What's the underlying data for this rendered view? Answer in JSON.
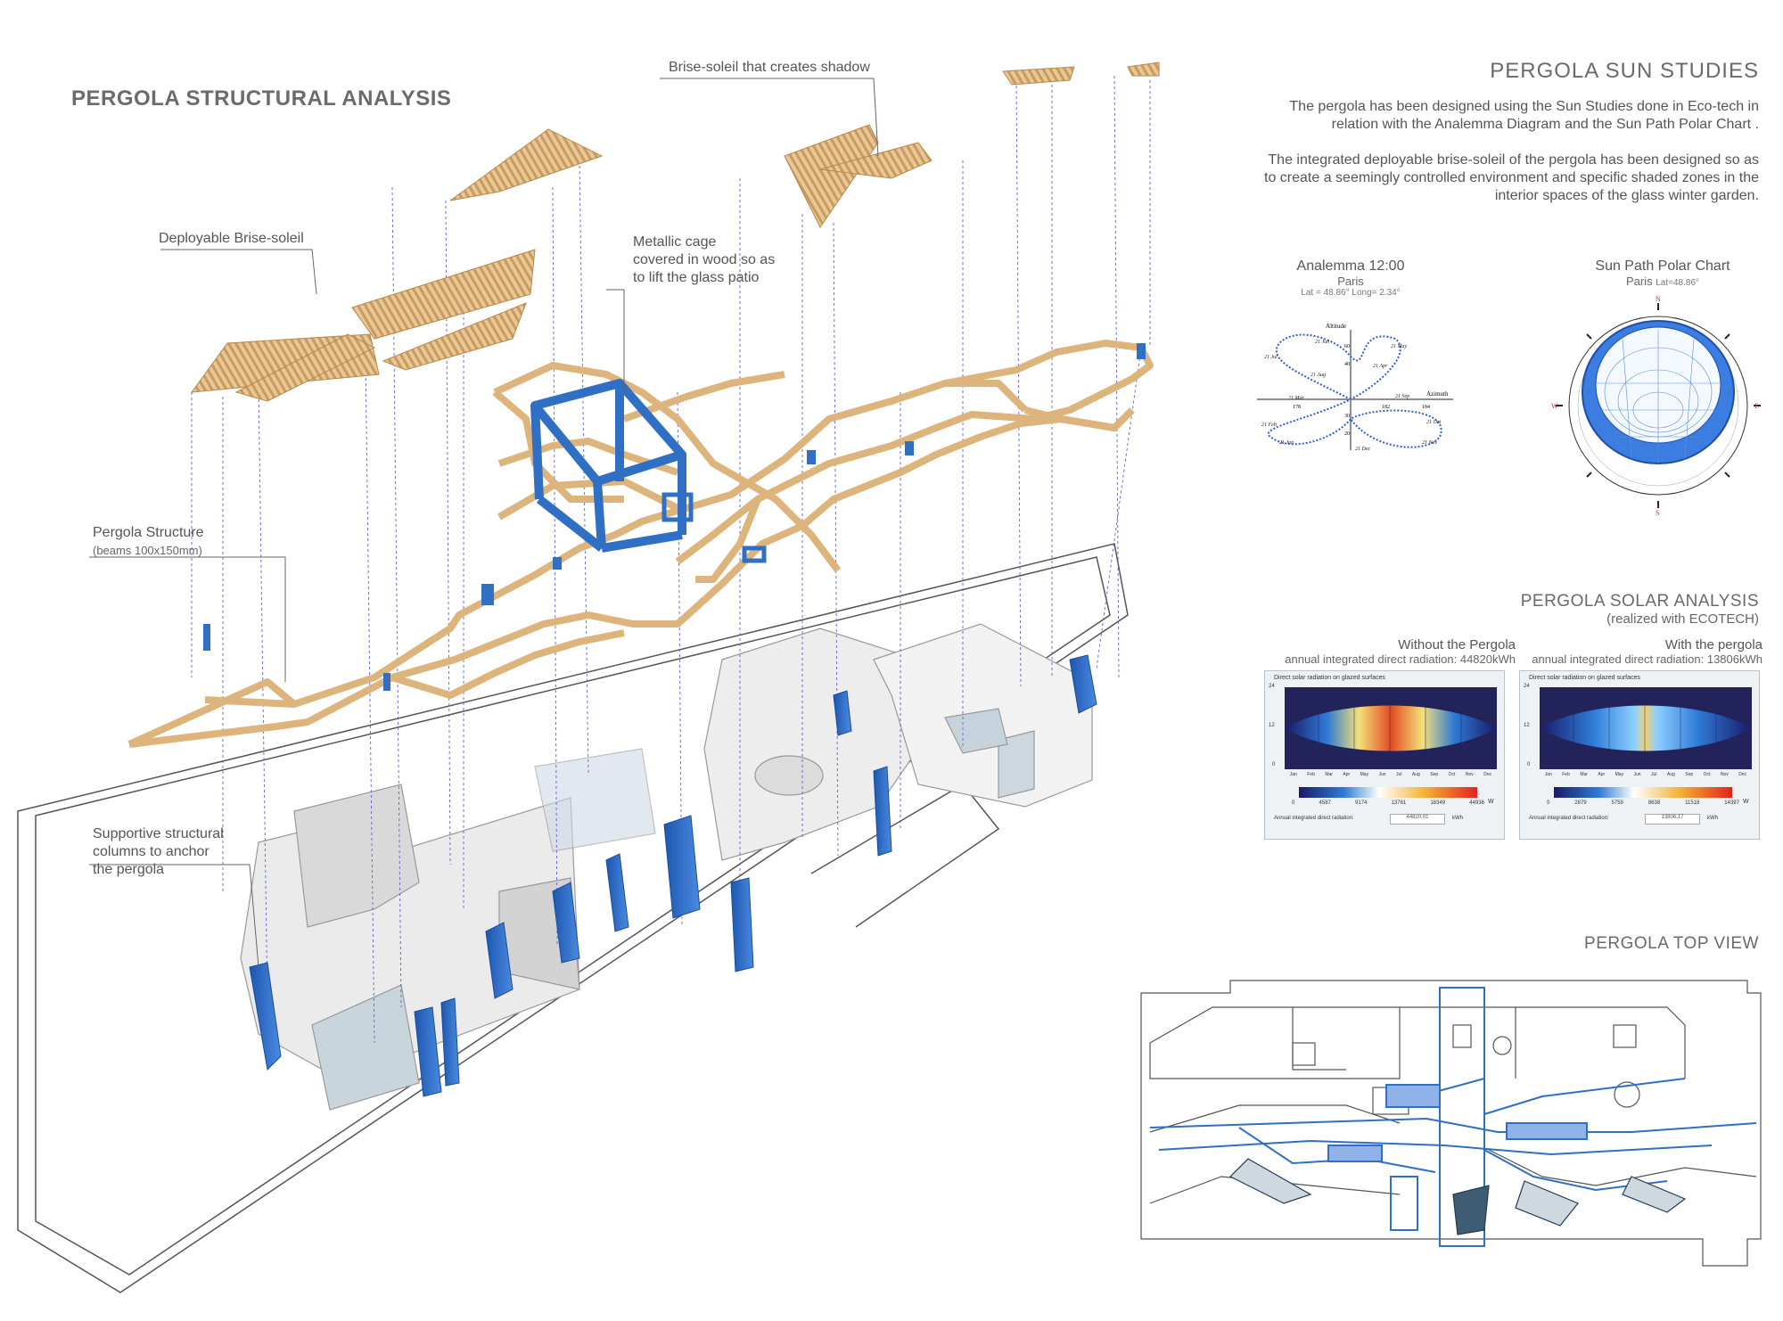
{
  "title": "PERGOLA STRUCTURAL ANALYSIS",
  "callouts": {
    "brise_soleil_shadow": "Brise-soleil that creates shadow",
    "deployable": "Deployable Brise-soleil",
    "metallic_cage": [
      "Metallic cage",
      "covered in wood so as",
      "to lift the glass patio"
    ],
    "pergola_structure": "Pergola Structure",
    "pergola_structure_sub": "(beams 100x150mm)",
    "columns": [
      "Supportive structural",
      "columns to anchor",
      "the pergola"
    ]
  },
  "sun_studies": {
    "heading": "PERGOLA SUN STUDIES",
    "para1": [
      "The pergola has been designed using the Sun Studies done in Eco-tech in",
      "relation with the Analemma Diagram and the Sun Path Polar Chart ."
    ],
    "para2": [
      "The integrated deployable brise-soleil of the pergola has been designed so as",
      "to create a seemingly controlled environment and specific shaded zones in the",
      "interior spaces of the glass winter garden."
    ]
  },
  "analemma": {
    "title": "Analemma 12:00",
    "city": "Paris",
    "coords": "Lat = 48.86° Long= 2.34°",
    "axis_y": "Altitude",
    "axis_x": "Azimuth",
    "ticks_y": [
      "60",
      "40",
      "30",
      "20"
    ],
    "ticks_x": [
      "178",
      "182",
      "184"
    ],
    "dates": [
      "21 Jul",
      "21 Jun",
      "21 May",
      "21 Apr",
      "21 Aug",
      "21 Mar",
      "21 Sep",
      "21 Feb",
      "21 Oct",
      "21 Jan",
      "21 Nov",
      "21 Dec"
    ]
  },
  "sun_path": {
    "title": "Sun Path Polar Chart",
    "city": "Paris",
    "lat": "Lat=48.86°",
    "cardinals": [
      "N",
      "E",
      "S",
      "W"
    ]
  },
  "solar_analysis": {
    "heading": "PERGOLA SOLAR ANALYSIS",
    "sub": "(realized with ECOTECH)",
    "without": {
      "label": "Without the Pergola",
      "sub": "annual integrated direct radiation: 44820kWh",
      "panel_title": "Direct solar radiation on glazed surfaces",
      "scale": [
        "0",
        "4587",
        "9174",
        "13761",
        "18349",
        "44936"
      ],
      "unit": "W",
      "footer": "Annual integrated direct radiation:",
      "value": "44820.01",
      "value_unit": "kWh"
    },
    "with": {
      "label": "With the pergola",
      "sub": "annual integrated direct radiation: 13806kWh",
      "panel_title": "Direct solar radiation on glazed surfaces",
      "scale": [
        "0",
        "2879",
        "5759",
        "8638",
        "11518",
        "14397"
      ],
      "unit": "W",
      "footer": "Annual integrated direct radiation:",
      "value": "13806.17",
      "value_unit": "kWh"
    },
    "months": [
      "Jan",
      "Feb",
      "Mar",
      "Apr",
      "May",
      "Jun",
      "Jul",
      "Aug",
      "Sep",
      "Oct",
      "Nov",
      "Dec"
    ],
    "y_ticks": [
      "24",
      "12",
      "0"
    ]
  },
  "top_view": {
    "heading": "PERGOLA TOP VIEW"
  },
  "colors": {
    "wood": "#e2bc86",
    "wood_dark": "#c99a5e",
    "steel": "#2f6fc4",
    "building": "#e8e8e8",
    "line": "#4b57c9"
  }
}
